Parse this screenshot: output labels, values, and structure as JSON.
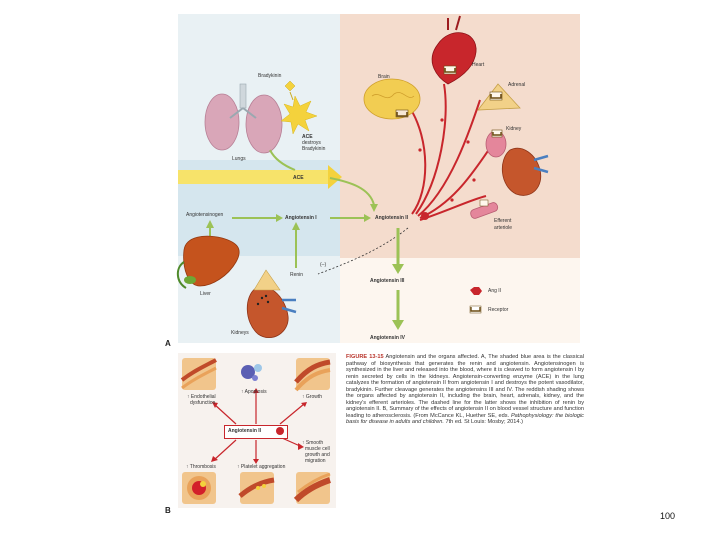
{
  "panel_a": {
    "letter": "A",
    "labels": {
      "bradykinin": "Bradykinin",
      "ace": "ACE",
      "ace_destroys": "destroys",
      "ace_bradykinin": "Bradykinin",
      "lungs": "Lungs",
      "ace_arrow": "ACE",
      "angiotensinogen": "Angiotensinogen",
      "angiotensin_i": "Angiotensin I",
      "angiotensin_ii": "Angiotensin II",
      "angiotensin_iii": "Angiotensin III",
      "angiotensin_iv": "Angiotensin IV",
      "renin": "Renin",
      "inhibit": "(–)",
      "liver": "Liver",
      "kidneys": "Kidneys",
      "brain": "Brain",
      "heart": "Heart",
      "adrenal": "Adrenal",
      "kidney": "Kidney",
      "efferent": "Efferent",
      "arteriole": "arteriole"
    },
    "legend": {
      "ang2": "Ang II",
      "receptor": "Receptor"
    },
    "colors": {
      "blue_shade": "#d5e6ee",
      "red_shade": "#f4dccd",
      "arrow_green": "#9cc256",
      "ace_yellow": "#f4d23c",
      "ang2_red": "#c8262c",
      "receptor": "#6b4b12"
    }
  },
  "panel_b": {
    "letter": "B",
    "center": "Angiotensin II",
    "effects": {
      "endothelial_1": "↑ Endothelial",
      "endothelial_2": "dysfunction",
      "apoptosis": "↑ Apoptosis",
      "growth": "↑ Growth",
      "smooth_1": "↑ Smooth",
      "smooth_2": "muscle cell",
      "smooth_3": "growth and",
      "smooth_4": "migration",
      "thrombosis": "↑ Thrombosis",
      "platelet": "↑ Platelet aggregation"
    }
  },
  "caption": {
    "figure_label": "FIGURE 13-15",
    "text": "Angiotensin and the organs affected. A, The shaded blue area is the classical pathway of biosynthesis that generates the renin and angiotensin. Angiotensinogen is synthesized in the liver and released into the blood, where it is cleaved to form angiotensin I by renin secreted by cells in the kidneys. Angiotensin-converting enzyme (ACE) in the lung catalyzes the formation of angiotensin II from angiotensin I and destroys the potent vasodilator, bradykinin. Further cleavage generates the angiotensins III and IV. The reddish shading shows the organs affected by angiotensin II, including the brain, heart, adrenals, kidney, and the kidney's efferent arterioles. The dashed line for the latter shows the inhibition of renin by angiotensin II. B, Summary of the effects of angiotensin II on blood vessel structure and function leading to atherosclerosis. (From McCance KL, Huether SE, eds. ",
    "italic": "Pathophysiology: the biologic basis for disease in adults and children.",
    "tail": " 7th ed. St Louis: Mosby; 2014.)"
  },
  "page_number": "100"
}
